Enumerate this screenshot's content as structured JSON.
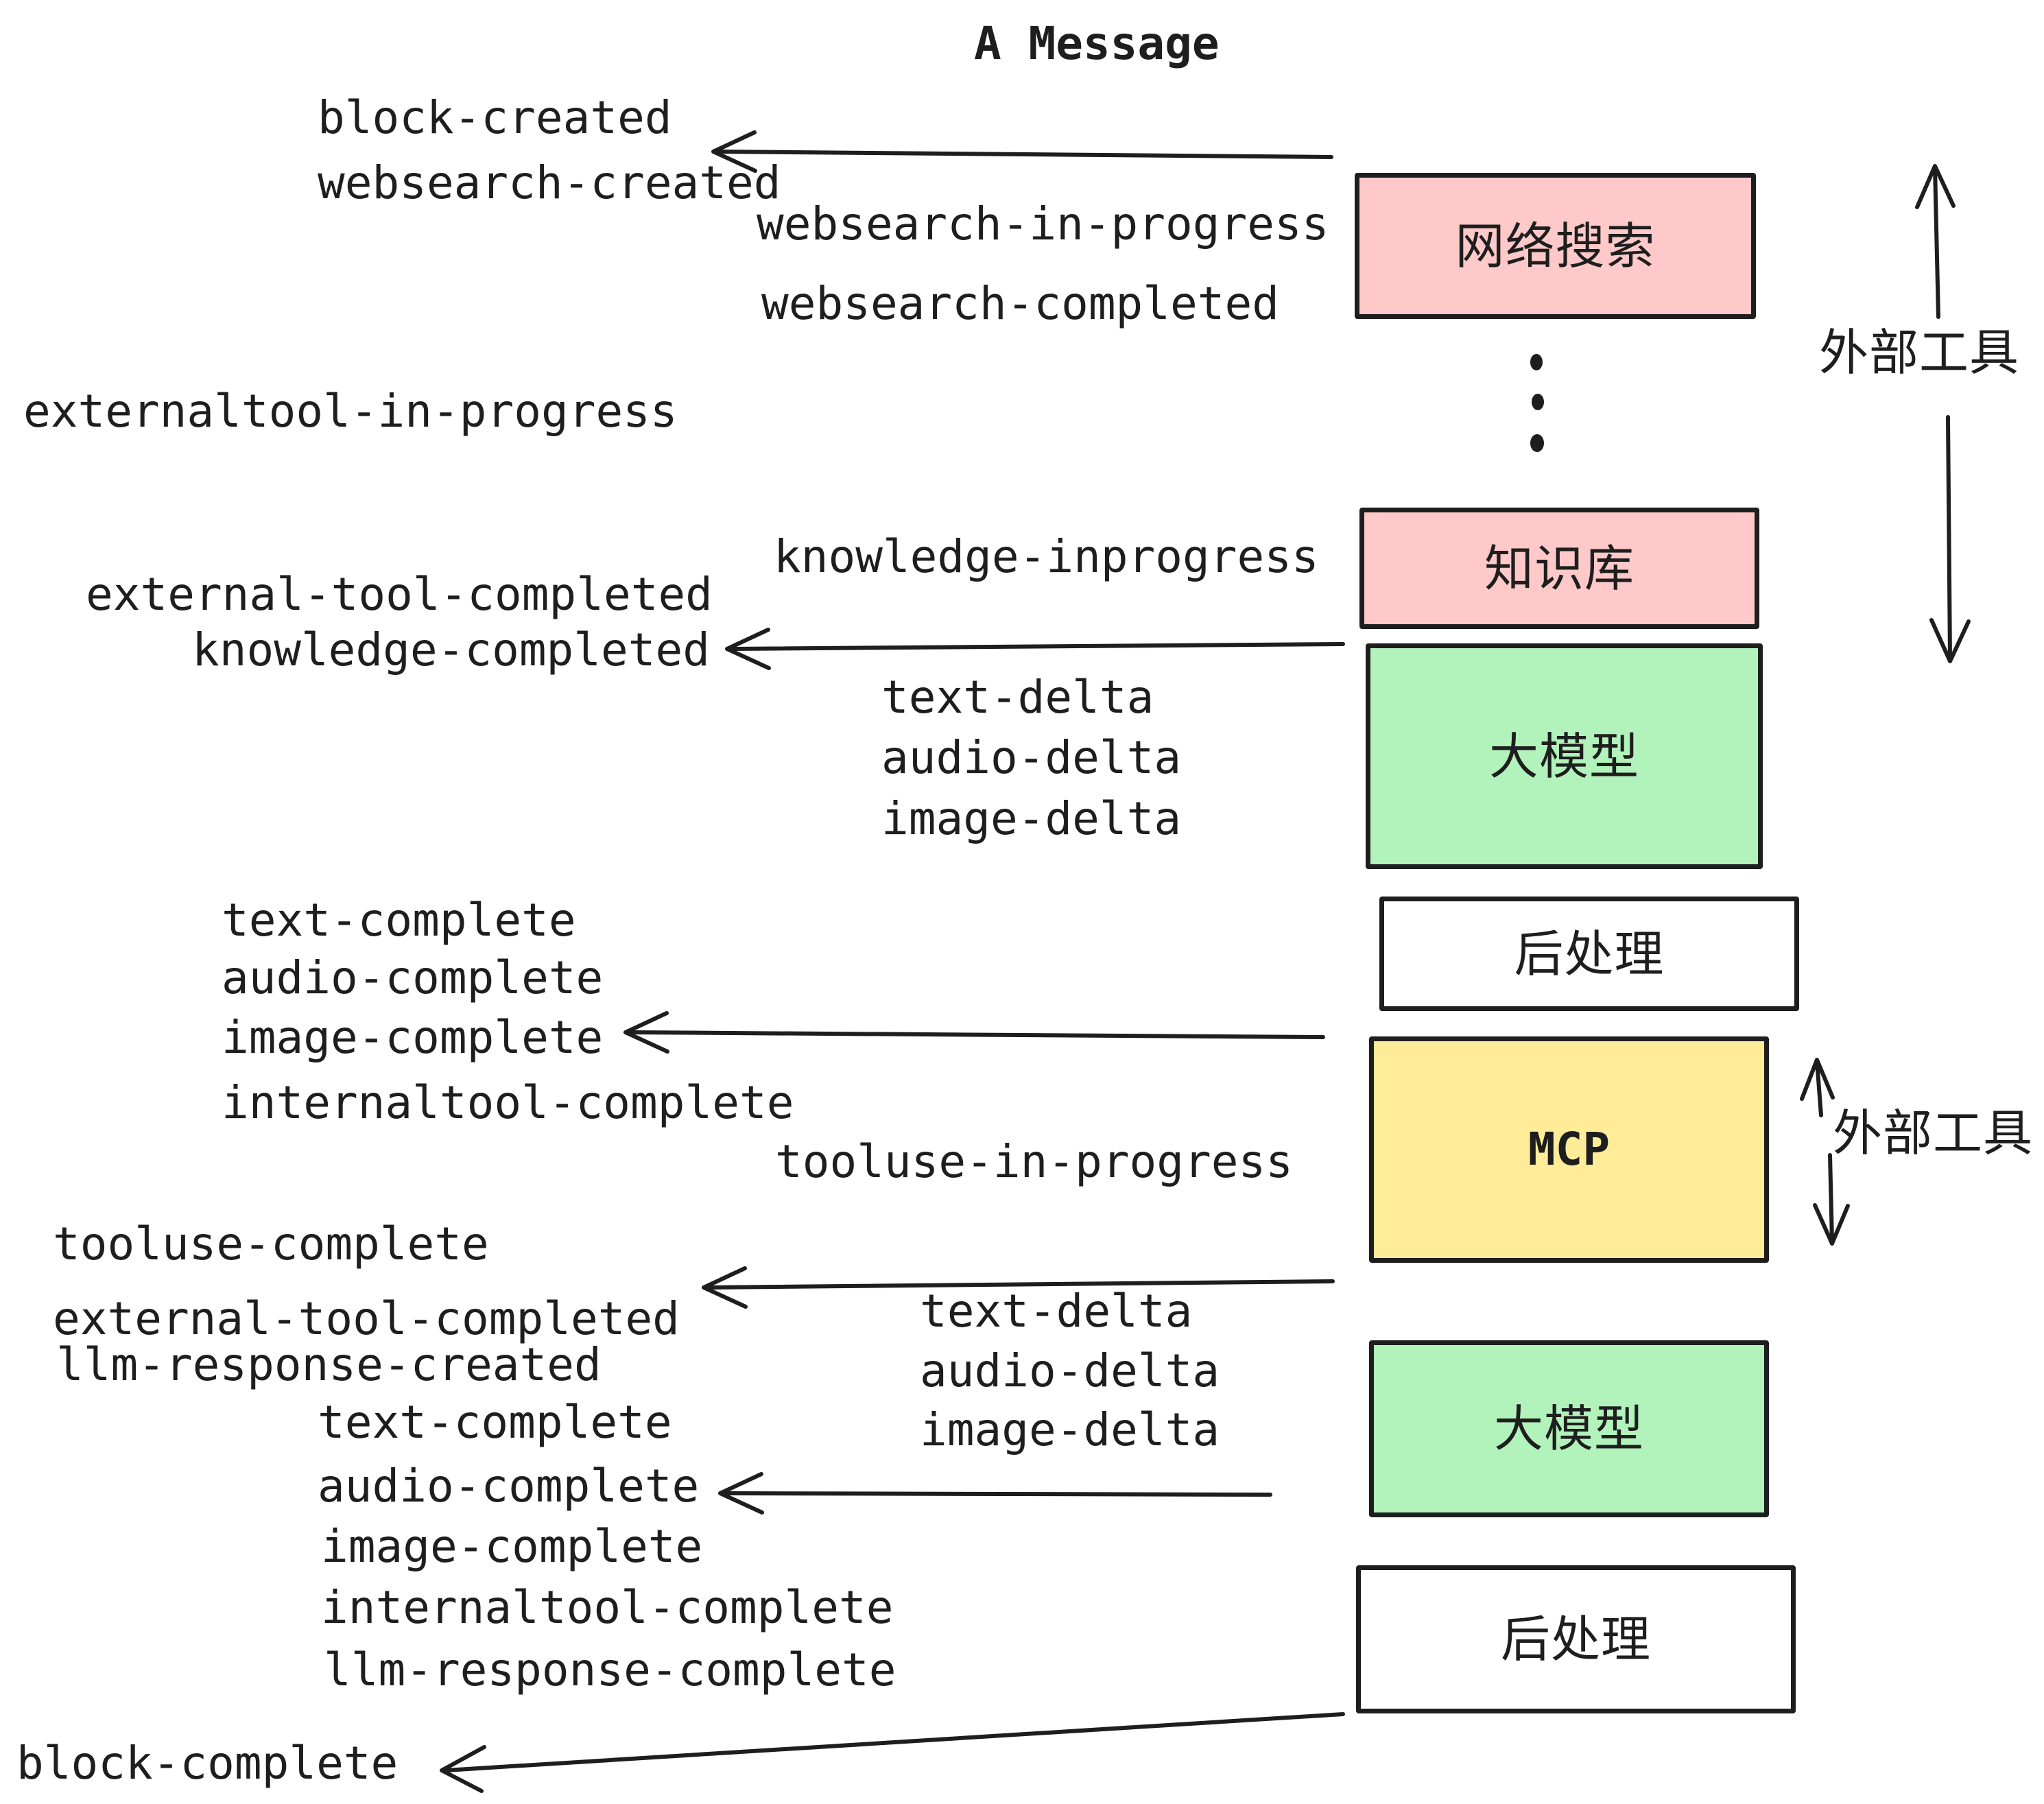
{
  "title": "A Message",
  "colors": {
    "stroke": "#1e1e1e",
    "box_pink": "#ffc9c9",
    "box_green": "#b2f2bb",
    "box_yellow": "#ffec99",
    "box_white": "#ffffff",
    "background": "#ffffff"
  },
  "icons": {
    "ellipsis": "vertical-dots",
    "arrows": "hand-drawn-open-arrowheads"
  },
  "pipeline": {
    "boxes": [
      {
        "label": "网络搜索",
        "fill": "#ffc9c9"
      },
      {
        "label": "知识库",
        "fill": "#ffc9c9"
      },
      {
        "label": "大模型",
        "fill": "#b2f2bb"
      },
      {
        "label": "后处理",
        "fill": "#ffffff"
      },
      {
        "label": "MCP",
        "fill": "#ffec99"
      },
      {
        "label": "大模型",
        "fill": "#b2f2bb"
      },
      {
        "label": "后处理",
        "fill": "#ffffff"
      }
    ]
  },
  "side_annotations": [
    {
      "label": "外部工具"
    },
    {
      "label": "外部工具"
    }
  ],
  "events": [
    {
      "text": "block-created"
    },
    {
      "text": "websearch-created"
    },
    {
      "text": "websearch-in-progress"
    },
    {
      "text": "websearch-completed"
    },
    {
      "text": "externaltool-in-progress"
    },
    {
      "text": "knowledge-inprogress"
    },
    {
      "text": "external-tool-completed"
    },
    {
      "text": "knowledge-completed"
    },
    {
      "text": "text-delta"
    },
    {
      "text": "audio-delta"
    },
    {
      "text": "image-delta"
    },
    {
      "text": "text-complete"
    },
    {
      "text": "audio-complete"
    },
    {
      "text": "image-complete"
    },
    {
      "text": "internaltool-complete"
    },
    {
      "text": "tooluse-in-progress"
    },
    {
      "text": "tooluse-complete"
    },
    {
      "text": "external-tool-completed"
    },
    {
      "text": "llm-response-created"
    },
    {
      "text": "text-delta"
    },
    {
      "text": "audio-delta"
    },
    {
      "text": "image-delta"
    },
    {
      "text": "text-complete"
    },
    {
      "text": "audio-complete"
    },
    {
      "text": "image-complete"
    },
    {
      "text": "internaltool-complete"
    },
    {
      "text": "llm-response-complete"
    },
    {
      "text": "block-complete"
    }
  ]
}
